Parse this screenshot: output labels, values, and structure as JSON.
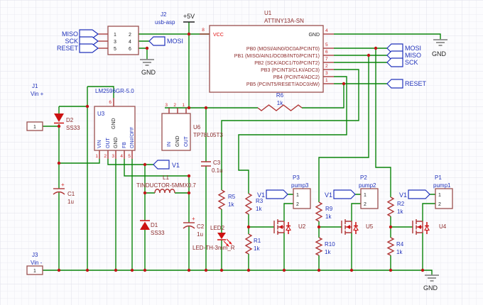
{
  "colors": {
    "wire_green": "#0a840a",
    "component_outline": "#9a4f4f",
    "component_red": "#cf2727",
    "label_blue": "#2233bb",
    "label_maroon": "#8b2a2a",
    "junction_dot": "#c01515"
  },
  "power": {
    "p5v": "+5V",
    "gnd": "GND"
  },
  "flags": {
    "mosi": "MOSI",
    "miso": "MISO",
    "sck": "SCK",
    "reset": "RESET",
    "v1": "V1"
  },
  "j2": {
    "ref": "J2",
    "part": "usb-asp",
    "pins": [
      "1",
      "2",
      "3",
      "4",
      "5",
      "6"
    ]
  },
  "u1": {
    "ref": "U1",
    "part": "ATTINY13A-SN",
    "left_pin": {
      "num": "8",
      "name": "VCC"
    },
    "right_pins": [
      {
        "num": "4",
        "name": "GND"
      },
      {
        "num": "5",
        "name": "PB0 (MOSI/AIN0/OC0A/PCINT0)"
      },
      {
        "num": "6",
        "name": "PB1 (MISO/AIN1/OC0B/INT0/PCINT1)"
      },
      {
        "num": "7",
        "name": "PB2 (SCK/ADC1/T0/PCINT2)"
      },
      {
        "num": "2",
        "name": "PB3 (PCINT3/CLKI/ADC3)"
      },
      {
        "num": "3",
        "name": "PB4 (PCINT4/ADC2)"
      },
      {
        "num": "1",
        "name": "PB5 (PCINT5/RESET/ADC0/dW)"
      }
    ]
  },
  "r6": {
    "ref": "R6",
    "value": "1k"
  },
  "j1": {
    "ref": "J1",
    "part": "Vin +",
    "pin": "1"
  },
  "j3": {
    "ref": "J3",
    "part": "Vin -",
    "pin": "1"
  },
  "d2": {
    "ref": "D2",
    "part": "SS33"
  },
  "d1": {
    "ref": "D1",
    "part": "SS33"
  },
  "u3": {
    "ref": "U3",
    "part": "LM2596GR-5.0",
    "top_pin": {
      "num": "6",
      "name": "GND"
    },
    "bottom_pins": [
      {
        "num": "1",
        "name": "VIN"
      },
      {
        "num": "2",
        "name": "OUT"
      },
      {
        "num": "3",
        "name": "GND"
      },
      {
        "num": "4",
        "name": "FB"
      },
      {
        "num": "5",
        "name": "ON#/OFF"
      }
    ]
  },
  "u6": {
    "ref": "U6",
    "part": "TP78L05T3",
    "pins": [
      {
        "num": "3",
        "name": "IN"
      },
      {
        "num": "2",
        "name": "GND"
      },
      {
        "num": "1",
        "name": "OUT"
      }
    ]
  },
  "c1": {
    "ref": "C1",
    "value": "1u",
    "polarity": "+"
  },
  "c2": {
    "ref": "C2",
    "value": "1u",
    "polarity": "+"
  },
  "c3": {
    "ref": "C3",
    "value": "0.1u"
  },
  "l1": {
    "ref": "L1",
    "part": "TINDUCTOR-5MMX0.7"
  },
  "r5": {
    "ref": "R5",
    "value": "1k"
  },
  "led2": {
    "ref": "LED2",
    "part": "LED-TH-3mm_R"
  },
  "branches": [
    {
      "conn_ref": "P3",
      "conn_part": "pump3",
      "pin1": "1",
      "pin2": "2",
      "fet_ref": "U2",
      "r_top_ref": "R3",
      "r_top_value": "1k",
      "r_bot_ref": "R1",
      "r_bot_value": "1k",
      "v1": "V1"
    },
    {
      "conn_ref": "P2",
      "conn_part": "pump2",
      "pin1": "1",
      "pin2": "2",
      "fet_ref": "U5",
      "r_top_ref": "R9",
      "r_top_value": "1k",
      "r_bot_ref": "R10",
      "r_bot_value": "1k",
      "v1": "V1"
    },
    {
      "conn_ref": "P1",
      "conn_part": "pump1",
      "pin1": "1",
      "pin2": "2",
      "fet_ref": "U4",
      "r_top_ref": "R2",
      "r_top_value": "1k",
      "r_bot_ref": "R4",
      "r_bot_value": "1k",
      "v1": "V1"
    }
  ]
}
